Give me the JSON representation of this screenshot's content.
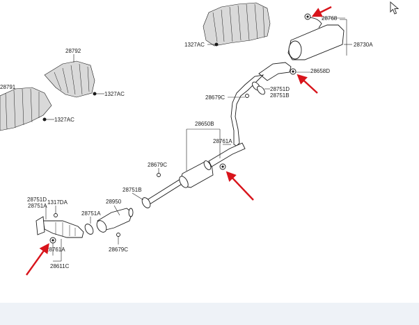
{
  "diagram": {
    "part_labels": {
      "p28768": "28768",
      "p28730A": "28730A",
      "p28658D": "28658D",
      "p1327AC_top": "1327AC",
      "p28792": "28792",
      "p28791": "28791",
      "p1327AC_left": "1327AC",
      "p1327AC_mid": "1327AC",
      "p28751D_top": "28751D",
      "p28751B_top": "28751B",
      "p28679C_top": "28679C",
      "p28650B": "28650B",
      "p28761A_mid": "28761A",
      "p28679C_mid": "28679C",
      "p28751B_mid": "28751B",
      "p28950": "28950",
      "p28751A": "28751A",
      "p28679C_bot": "28679C",
      "p28751D_left": "28751D",
      "p28751A_left": "28751A",
      "p1317DA": "1317DA",
      "p28761A_bot": "28761A",
      "p28611C": "28611C"
    },
    "arrow_color": "#d8141b"
  }
}
